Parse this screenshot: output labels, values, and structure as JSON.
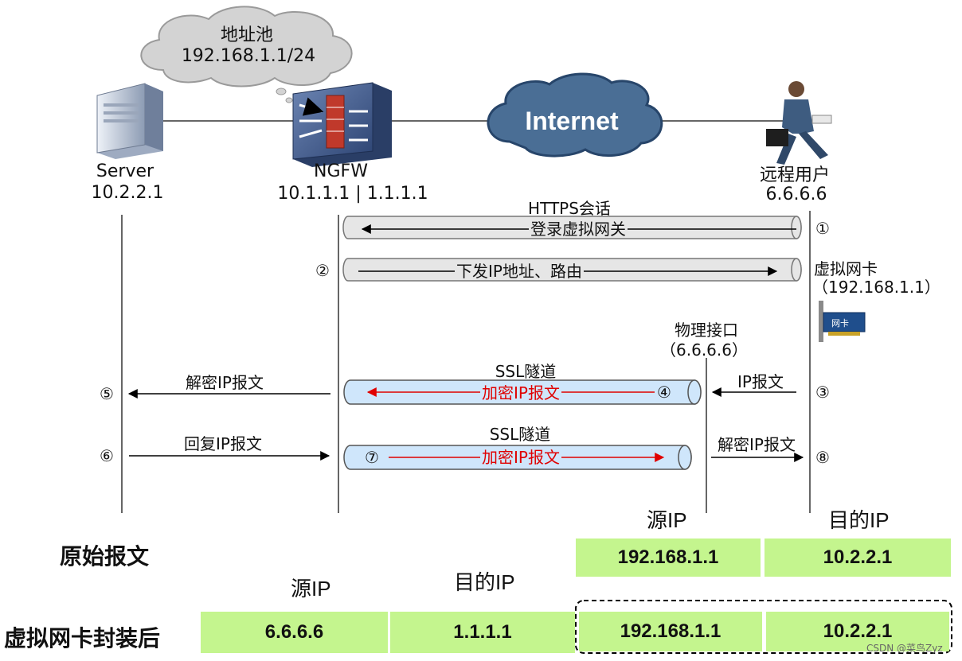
{
  "pool": {
    "title": "地址池",
    "subnet": "192.168.1.1/24"
  },
  "nodes": {
    "server": {
      "name": "Server",
      "ip": "10.2.2.1"
    },
    "ngfw": {
      "name": "NGFW",
      "ip": "10.1.1.1 | 1.1.1.1"
    },
    "internet": {
      "label": "Internet"
    },
    "user": {
      "name": "远程用户",
      "ip": "6.6.6.6"
    }
  },
  "steps": {
    "https_session": "HTTPS会话",
    "login": "登录虚拟网关",
    "step1": "①",
    "issue": "下发IP地址、路由",
    "step2": "②",
    "vnic_label": "虚拟网卡",
    "vnic_ip": "（192.168.1.1）",
    "nic_text": "网卡",
    "phys_label": "物理接口",
    "phys_ip": "（6.6.6.6）",
    "ssl1": "SSL隧道",
    "enc1": "加密IP报文",
    "step4": "④",
    "ip_packet": "IP报文",
    "step3": "③",
    "decrypt1": "解密IP报文",
    "step5": "⑤",
    "ssl2": "SSL隧道",
    "enc2": "加密IP报文",
    "step7": "⑦",
    "decrypt2": "解密IP报文",
    "step8": "⑧",
    "reply": "回复IP报文",
    "step6": "⑥"
  },
  "table": {
    "src_header_top": "源IP",
    "dst_header_top": "目的IP",
    "original_label": "原始报文",
    "original_src": "192.168.1.1",
    "original_dst": "10.2.2.1",
    "src_header_bottom": "源IP",
    "dst_header_bottom": "目的IP",
    "encap_label": "虚拟网卡封装后",
    "outer_src": "6.6.6.6",
    "outer_dst": "1.1.1.1",
    "inner_src": "192.168.1.1",
    "inner_dst": "10.2.2.1"
  },
  "watermark": "CSDN @菜鸟Zyz",
  "colors": {
    "tunnel_fill": "#cfe6fb",
    "accent_red": "#e00000",
    "cell_green": "#c4f58e",
    "cloud": "#d4d4d4",
    "internet_cloud": "#4a6e95"
  }
}
